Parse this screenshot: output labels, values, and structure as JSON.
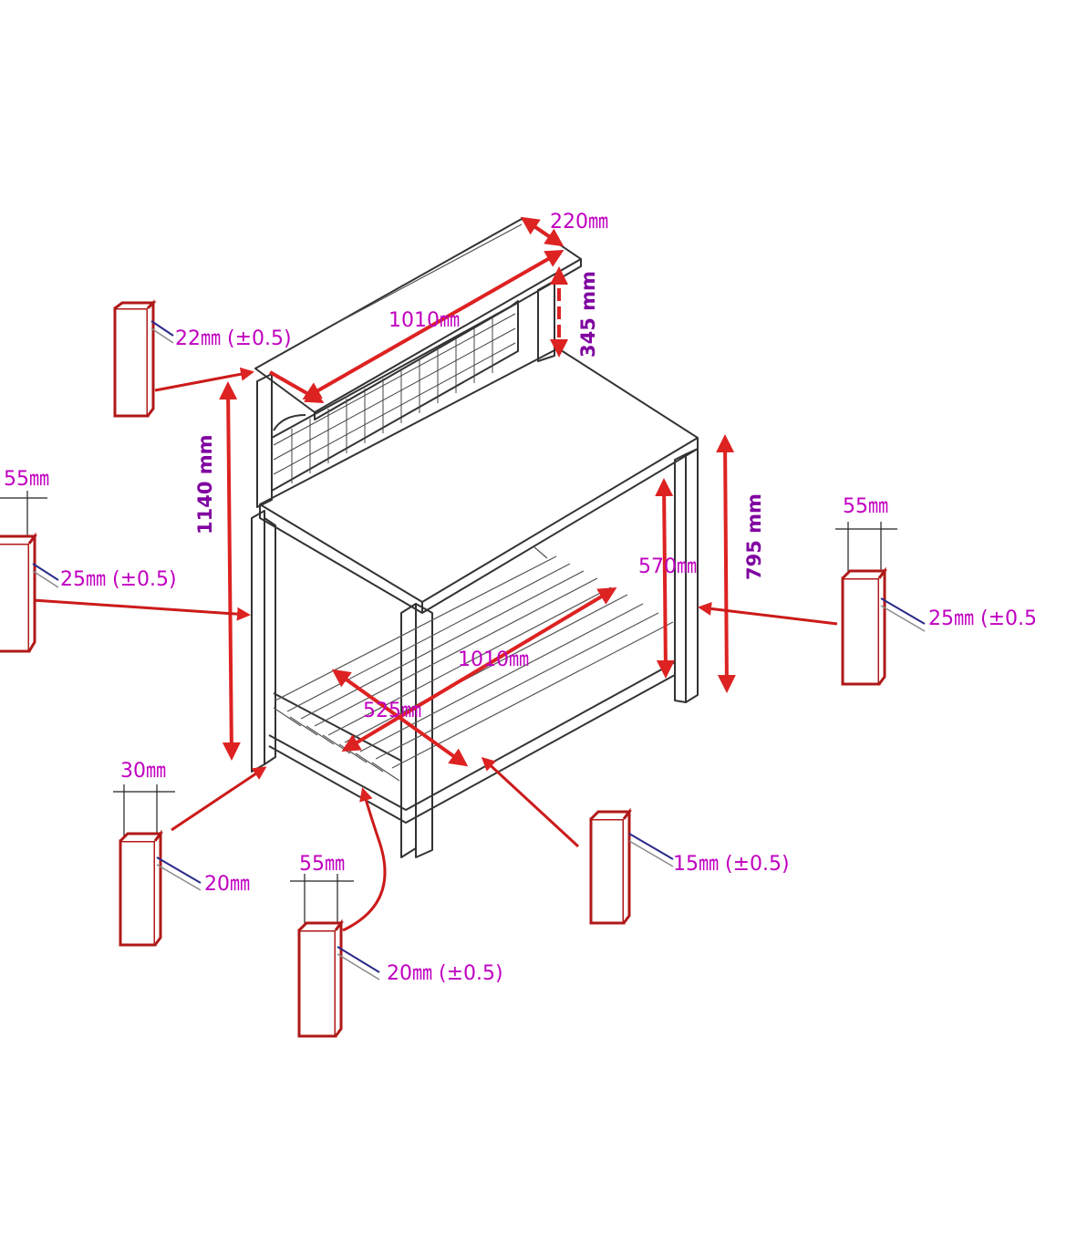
{
  "diagram": {
    "dimensions": {
      "shelf_depth": "220㎜",
      "shelf_length": "1010㎜",
      "shelf_height": "345 mm",
      "total_height": "1140 mm",
      "table_height": "795 mm",
      "lower_gap": "570㎜",
      "lower_shelf_length": "1010㎜",
      "lower_shelf_depth": "525㎜"
    },
    "profiles": {
      "shelf_board": {
        "thickness": "22㎜ (±0.5)"
      },
      "left_post": {
        "width": "55㎜",
        "depth": "25㎜ (±0.5)"
      },
      "right_post": {
        "width": "55㎜",
        "depth": "25㎜ (±0.5"
      },
      "slat": {
        "width": "30㎜",
        "depth": "20㎜"
      },
      "lower_rail": {
        "width": "55㎜",
        "depth": "20㎜ (±0.5)"
      },
      "brace": {
        "depth": "15㎜ (±0.5)"
      }
    }
  },
  "colors": {
    "dimension_arrow": "#dd2222",
    "profile_outline": "#b01818",
    "label_text": "#c000c0"
  }
}
